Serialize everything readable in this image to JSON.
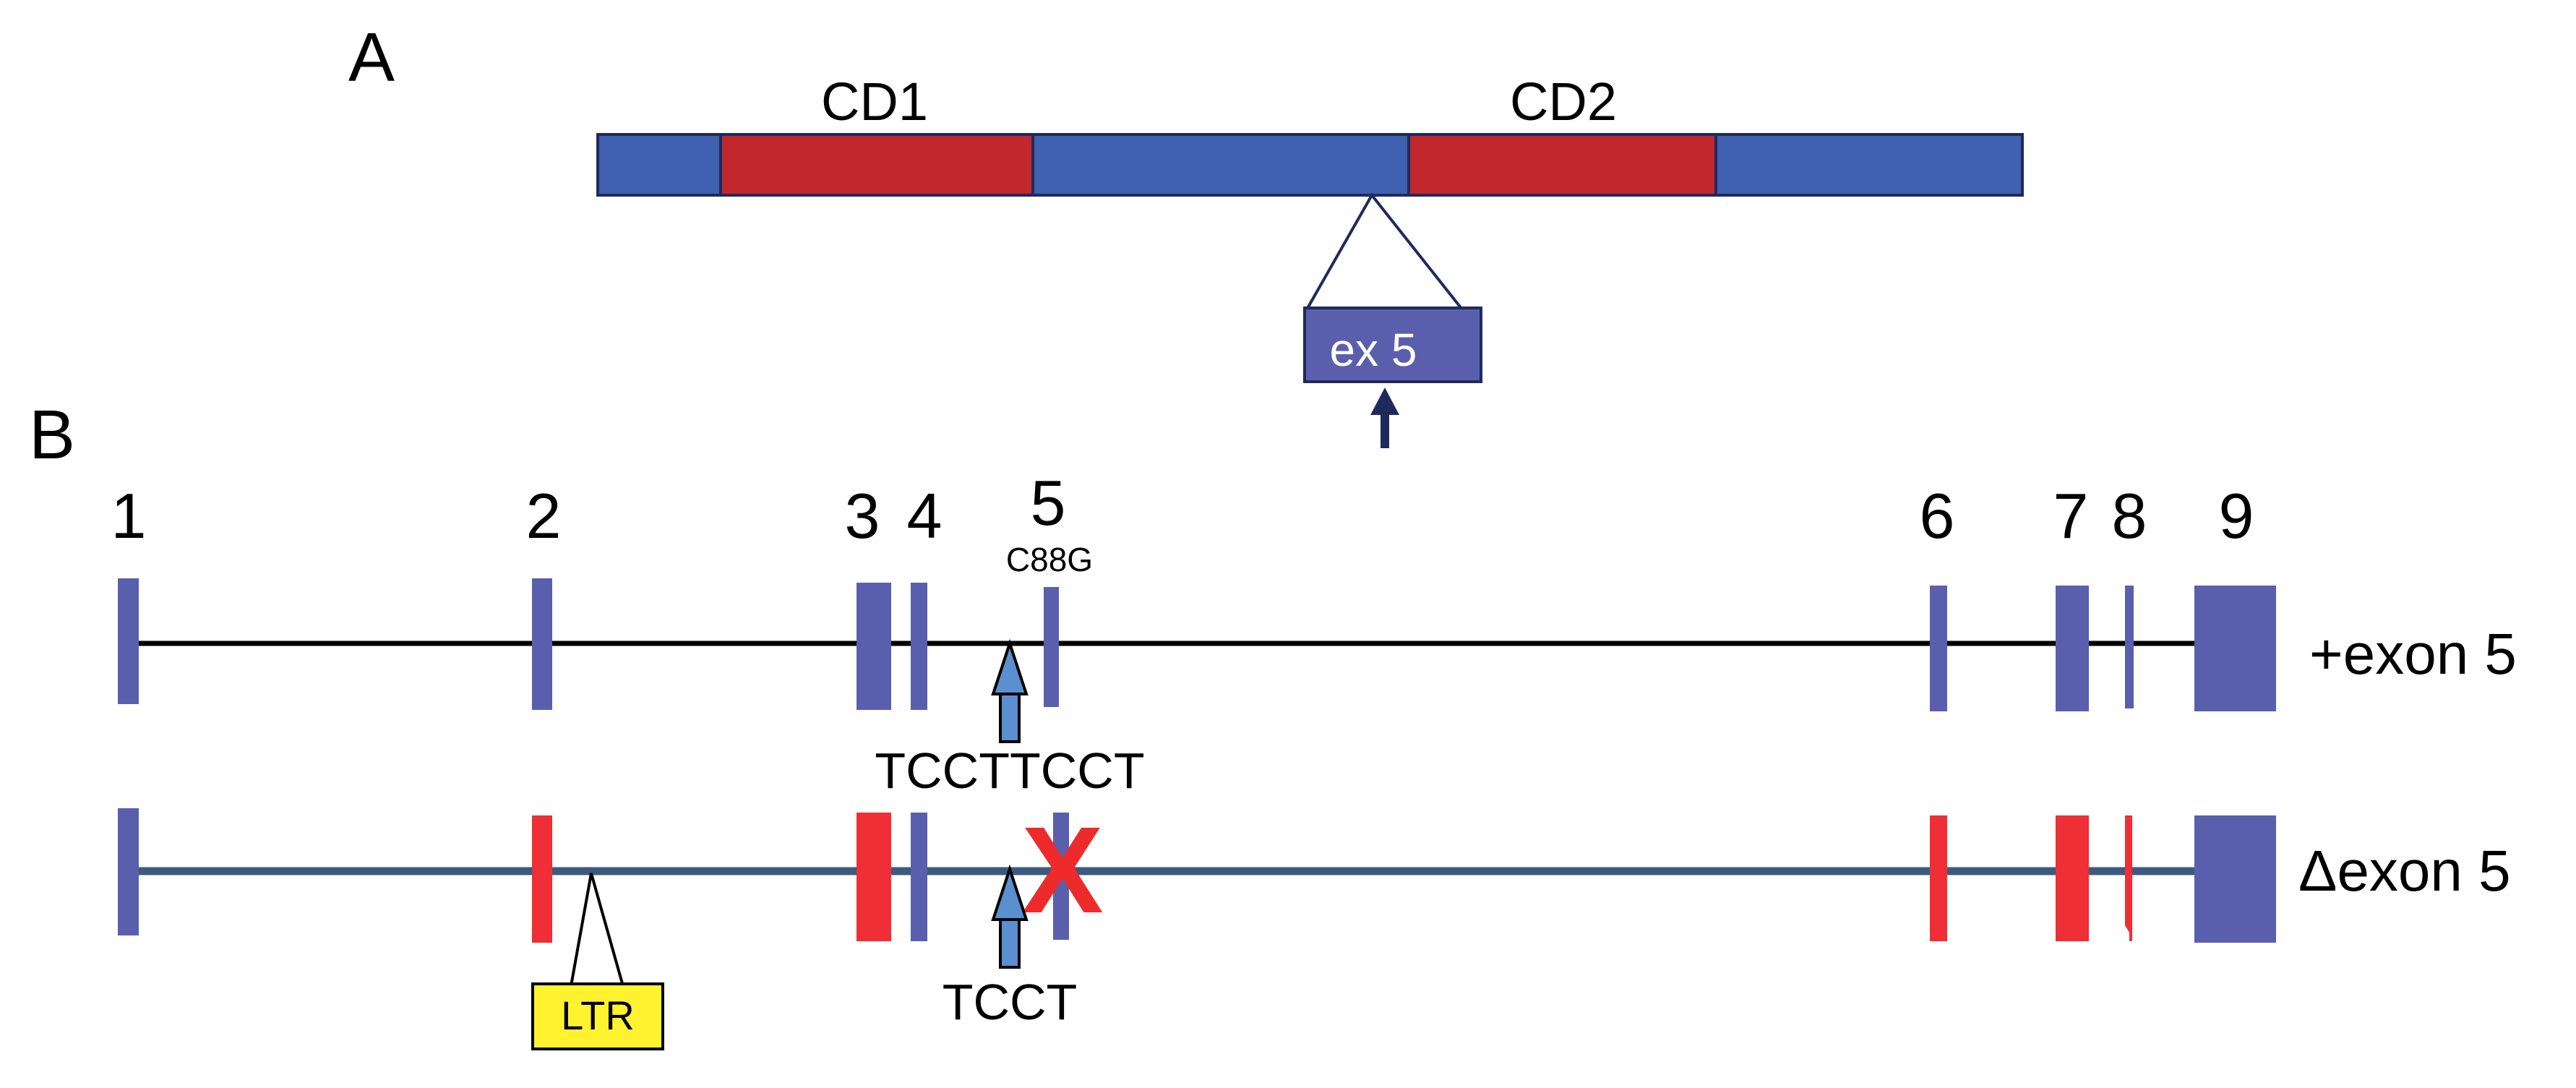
{
  "panel_a": {
    "letter": "A",
    "domain_labels": [
      "CD1",
      "CD2"
    ],
    "insert_label": "ex 5"
  },
  "panel_b": {
    "letter": "B",
    "exon_numbers": [
      "1",
      "2",
      "3",
      "4",
      "5",
      "6",
      "7",
      "8",
      "9"
    ],
    "mutation_label": "C88G",
    "row_plus_label": "+exon 5",
    "row_delta_label": "Δexon 5",
    "site_label_plus": "TCCTTCCT",
    "site_label_delta": "TCCT",
    "ltr_label": "LTR",
    "deletion_mark": "X"
  },
  "colors": {
    "exon_blue": "#5a5fad",
    "domain_blue": "#4060b0",
    "domain_red": "#c1272d",
    "exon_red": "#ef2e36",
    "outline_navy": "#1f2a5c",
    "line_black": "#000000",
    "line_delta": "#3c5a80",
    "ltr_yellow": "#fff22e",
    "arrow_fill": "#5a8fd0",
    "x_red": "#ee2b2b"
  }
}
